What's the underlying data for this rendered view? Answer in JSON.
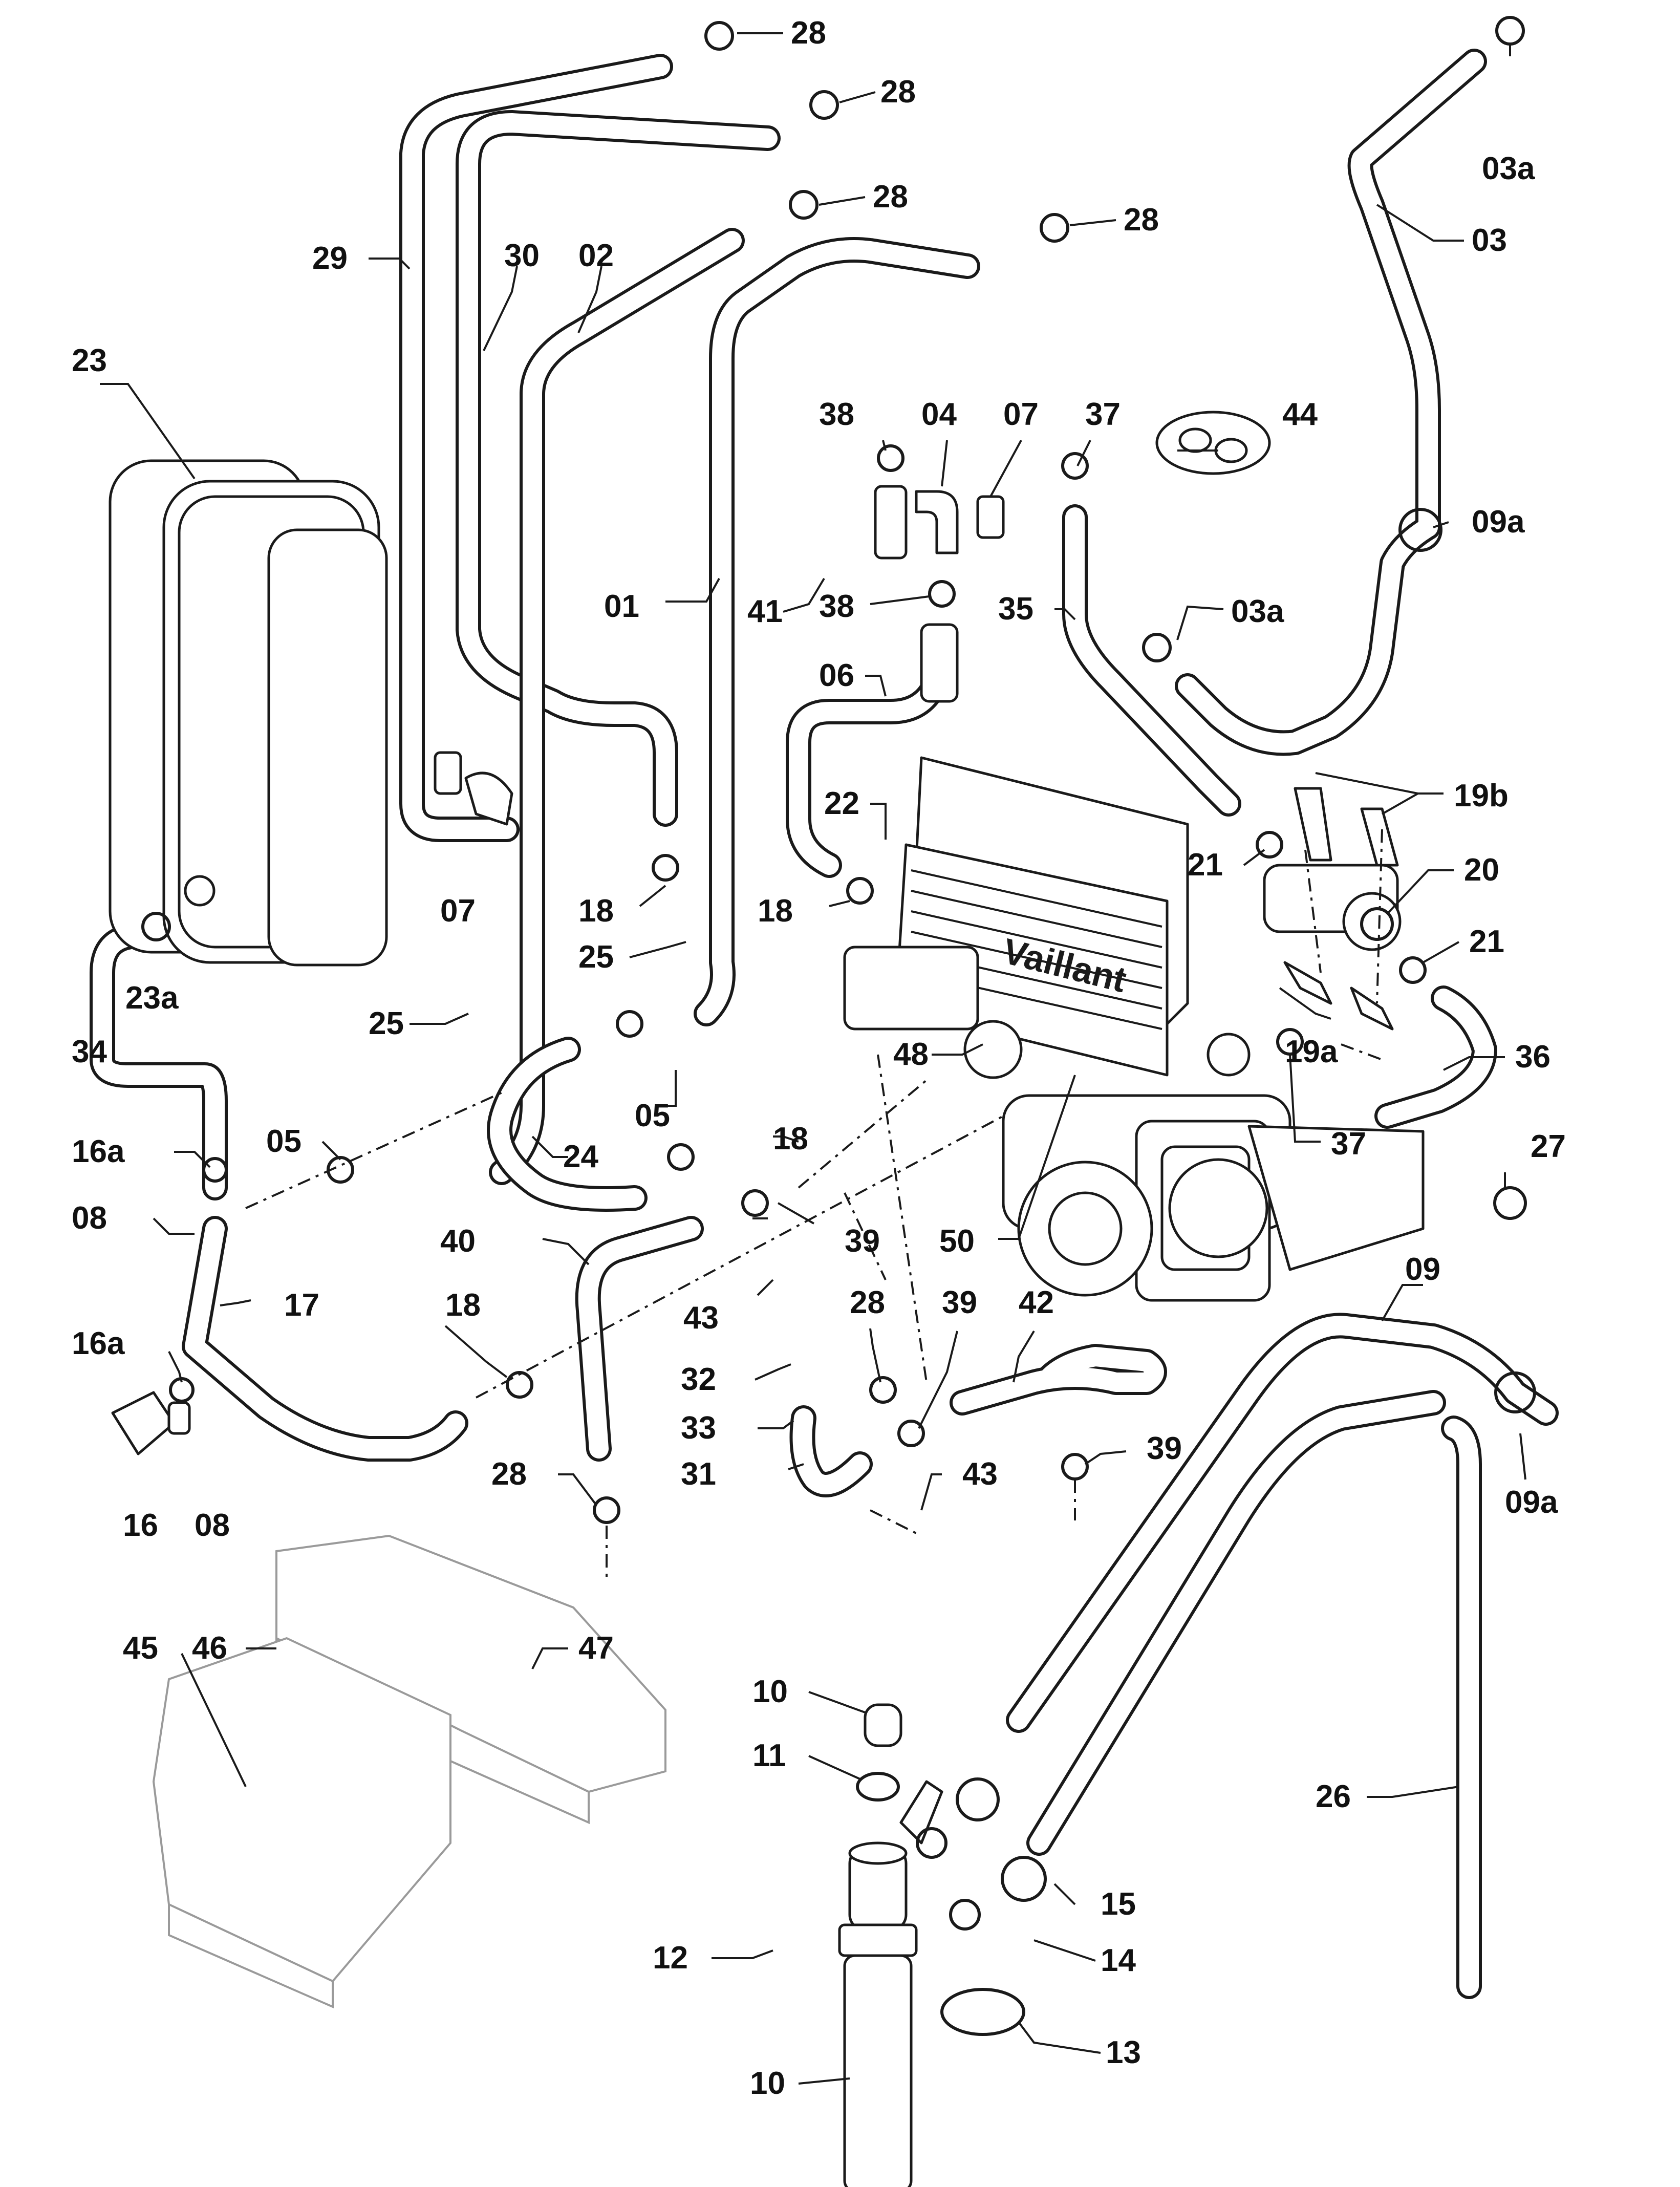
{
  "labels": {
    "l01": "01",
    "l02": "02",
    "l03": "03",
    "l03a_top": "03a",
    "l03a_mid": "03a",
    "l04": "04",
    "l05a": "05",
    "l05b": "05",
    "l06": "06",
    "l07a": "07",
    "l07b": "07",
    "l08a": "08",
    "l08b": "08",
    "l09": "09",
    "l09a_top": "09a",
    "l09a_bot": "09a",
    "l10a": "10",
    "l10b": "10",
    "l11": "11",
    "l12": "12",
    "l13": "13",
    "l14": "14",
    "l15": "15",
    "l16": "16",
    "l16a_top": "16a",
    "l16a_bot": "16a",
    "l17": "17",
    "l18a": "18",
    "l18b": "18",
    "l18c": "18",
    "l18d": "18",
    "l19a": "19a",
    "l19b": "19b",
    "l20": "20",
    "l21a": "21",
    "l21b": "21",
    "l22": "22",
    "l23": "23",
    "l23a": "23a",
    "l24": "24",
    "l25a": "25",
    "l25b": "25",
    "l26": "26",
    "l27": "27",
    "l28a": "28",
    "l28b": "28",
    "l28c": "28",
    "l28d": "28",
    "l28e": "28",
    "l28f": "28",
    "l29": "29",
    "l30": "30",
    "l31": "31",
    "l32": "32",
    "l33": "33",
    "l34": "34",
    "l35": "35",
    "l36": "36",
    "l37a": "37",
    "l37b": "37",
    "l38a": "38",
    "l38b": "38",
    "l39a": "39",
    "l39b": "39",
    "l39c": "39",
    "l40": "40",
    "l41": "41",
    "l42": "42",
    "l43a": "43",
    "l43b": "43",
    "l44": "44",
    "l45": "45",
    "l46": "46",
    "l47": "47",
    "l48": "48",
    "l50": "50"
  },
  "heat_exchanger_brand": "Vaillant"
}
